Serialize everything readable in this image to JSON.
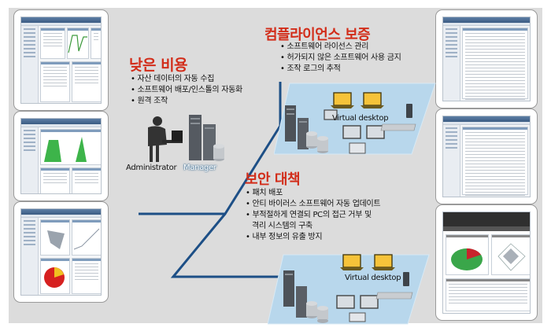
{
  "low_cost": {
    "title": "낮은 비용",
    "bullets": [
      "자산 데이터의 자동 수집",
      "소프트웨어 배포/인스톨의 자동화",
      "원격 조작"
    ]
  },
  "compliance": {
    "title": "컴플라이언스 보증",
    "bullets": [
      "소프트웨어 라이선스 관리",
      "허가되지 않은 소프트웨어 사용 금지",
      "조작 로그의 추적"
    ]
  },
  "security": {
    "title": "보안 대책",
    "bullets": [
      "패치 배포",
      "안티 바이러스 소프트웨어 자동 업데이트",
      "부적절하게 연결되 PC의 접근 거부 및",
      "격리 시스템의 구축",
      "내부 정보의 유출 방지"
    ]
  },
  "labels": {
    "administrator": "Administrator",
    "manager": "Manager",
    "virtual_desktop_1": "Virtual desktop",
    "virtual_desktop_2": "Virtual desktop"
  },
  "colors": {
    "title_red": "#d22d1a",
    "network_line": "#1d4f86",
    "platform_blue": "#b8d7ec",
    "background_gray": "#dcdcdc"
  }
}
